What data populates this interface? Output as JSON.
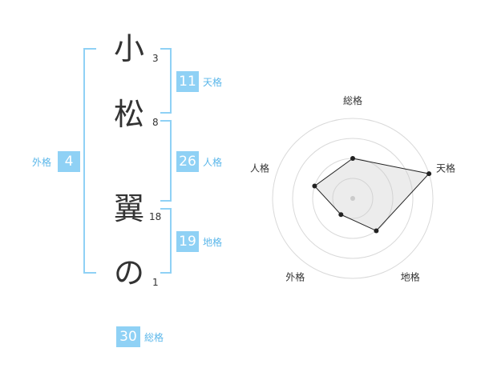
{
  "name": {
    "chars": [
      {
        "char": "小",
        "strokes": "3"
      },
      {
        "char": "松",
        "strokes": "8"
      },
      {
        "char": "翼",
        "strokes": "18"
      },
      {
        "char": "の",
        "strokes": "1"
      }
    ]
  },
  "fortunes": {
    "gaikaku": {
      "label": "外格",
      "value": "4"
    },
    "tenkaku": {
      "label": "天格",
      "value": "11"
    },
    "jinkaku": {
      "label": "人格",
      "value": "26"
    },
    "chikaku": {
      "label": "地格",
      "value": "19"
    },
    "soukaku": {
      "label": "総格",
      "value": "30"
    }
  },
  "colors": {
    "accent": "#8fd1f5",
    "accent_text": "#5bb7ea",
    "text": "#333333",
    "grid": "#d9d9d9",
    "fill": "#eeeeee"
  },
  "chart_data": {
    "type": "radar",
    "axes": [
      "総格",
      "天格",
      "地格",
      "外格",
      "人格"
    ],
    "ring_count": 4,
    "max": 4,
    "values": [
      2,
      4,
      2,
      1,
      2
    ]
  }
}
